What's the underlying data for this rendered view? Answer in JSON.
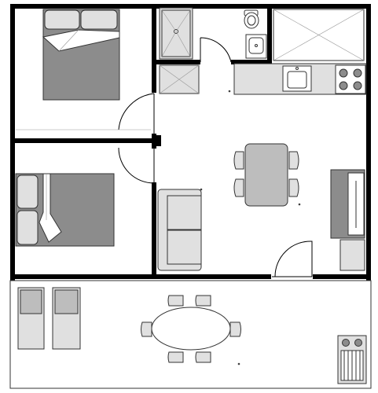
{
  "plan": {
    "rooms": [
      {
        "key": "bedroom-top",
        "kind": "bedroom"
      },
      {
        "key": "bedroom-bottom",
        "kind": "bedroom"
      },
      {
        "key": "shower-room",
        "kind": "bathroom"
      },
      {
        "key": "living-kitchen",
        "kind": "living-kitchen"
      },
      {
        "key": "patio",
        "kind": "outdoor-terrace"
      }
    ],
    "fixtures": [
      "double-bed-icon",
      "double-bed-icon",
      "shower-icon",
      "toilet-icon",
      "bathroom-sink-icon",
      "storage-box-icon",
      "kitchen-sink-icon",
      "cooktop-icon",
      "dining-table-icon",
      "chair-icon",
      "sofa-icon",
      "tv-unit-icon",
      "sun-lounger-icon",
      "outdoor-dining-table-icon",
      "barbecue-grill-icon"
    ],
    "colors": {
      "wall": "#000000",
      "furniture": "#bdbdbd",
      "bedspread": "#8c8c8c",
      "floor": "#ffffff"
    }
  }
}
